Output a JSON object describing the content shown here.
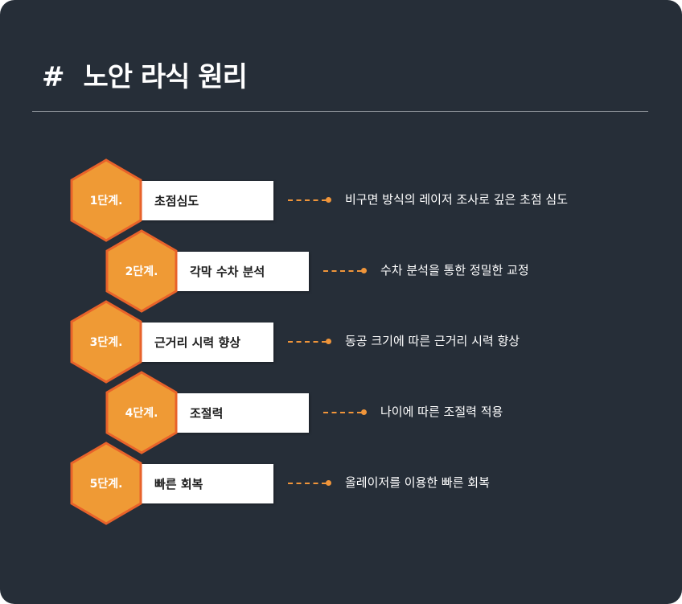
{
  "header": {
    "hash": "#",
    "title": "노안 라식 원리"
  },
  "colors": {
    "background": "#262e38",
    "hex_fill": "#ef9a35",
    "hex_stroke": "#e8622a",
    "connector": "#f0953a"
  },
  "steps": [
    {
      "num": "1단계.",
      "label": "초점심도",
      "desc": "비구면 방식의 레이저 조사로 깊은 초점 심도"
    },
    {
      "num": "2단계.",
      "label": "각막 수차 분석",
      "desc": "수차 분석을 통한 정밀한 교정"
    },
    {
      "num": "3단계.",
      "label": "근거리 시력 향상",
      "desc": "동공 크기에 따른 근거리 시력 향상"
    },
    {
      "num": "4단계.",
      "label": "조절력",
      "desc": "나이에 따른 조절력 적용"
    },
    {
      "num": "5단계.",
      "label": "빠른 회복",
      "desc": "올레이저를 이용한 빠른 회복"
    }
  ]
}
